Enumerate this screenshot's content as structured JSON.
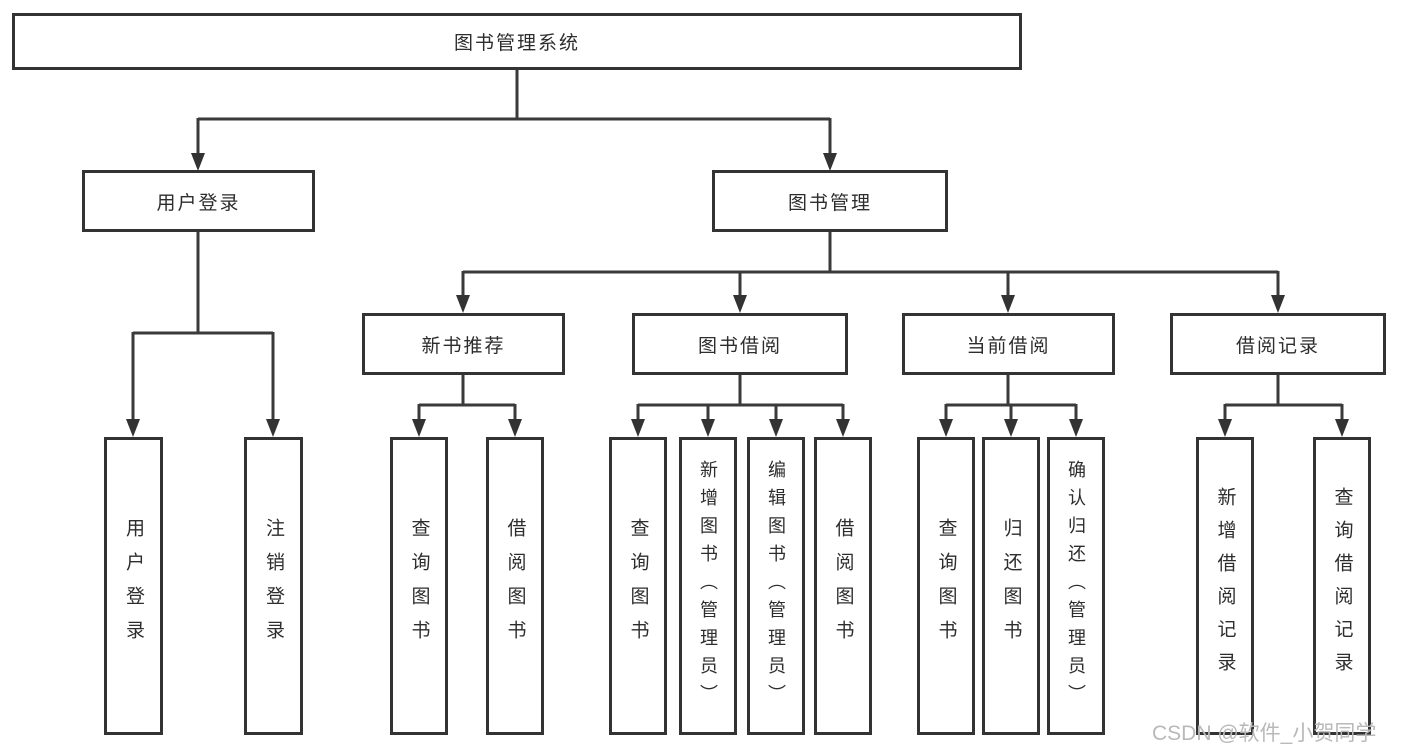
{
  "tree": {
    "label": "图书管理系统",
    "children": [
      {
        "label": "用户登录",
        "children": [
          {
            "label": "用户登录"
          },
          {
            "label": "注销登录"
          }
        ]
      },
      {
        "label": "图书管理",
        "children": [
          {
            "label": "新书推荐",
            "children": [
              {
                "label": "查询图书"
              },
              {
                "label": "借阅图书"
              }
            ]
          },
          {
            "label": "图书借阅",
            "children": [
              {
                "label": "查询图书"
              },
              {
                "label": "新增图书（管理员）"
              },
              {
                "label": "编辑图书（管理员）"
              },
              {
                "label": "借阅图书"
              }
            ]
          },
          {
            "label": "当前借阅",
            "children": [
              {
                "label": "查询图书"
              },
              {
                "label": "归还图书"
              },
              {
                "label": "确认归还（管理员）"
              }
            ]
          },
          {
            "label": "借阅记录",
            "children": [
              {
                "label": "新增借阅记录"
              },
              {
                "label": "查询借阅记录"
              }
            ]
          }
        ]
      }
    ]
  },
  "watermark": {
    "text": "CSDN @软件_小贺同学"
  },
  "colors": {
    "line": "#3a3a3a",
    "border": "#333333",
    "text": "#2d2d2d",
    "watermark": "#b9b9b9"
  }
}
